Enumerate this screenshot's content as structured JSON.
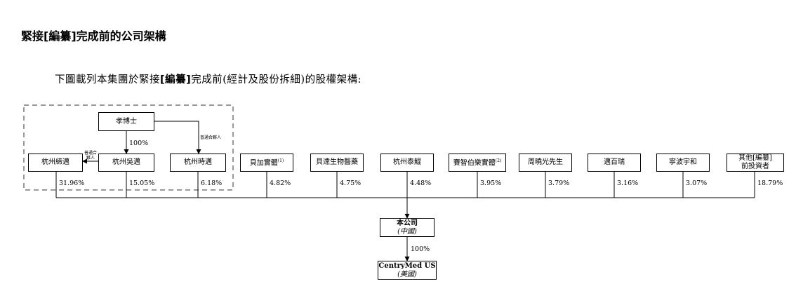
{
  "heading": "緊接[編纂]完成前的公司架構",
  "intro": {
    "before": "下圖載列本集團於緊接",
    "redacted": "[編纂]",
    "after": "完成前(經計及股份拆細)的股權架構:"
  },
  "top_holder": {
    "name": "孝博士",
    "pct_to_wuyi": "100%",
    "gp_label": "普通合夥人"
  },
  "left_gp_label": "普通合夥人",
  "subsidiaries": [
    {
      "name": "杭州締邁",
      "pct": "31.96%"
    },
    {
      "name": "杭州吳邁",
      "pct": "15.05%"
    },
    {
      "name": "杭州時邁",
      "pct": "6.18%"
    }
  ],
  "shareholders": [
    {
      "name": "貝加實體",
      "note": "(1)",
      "pct": "4.82%"
    },
    {
      "name": "貝達生物醫藥",
      "pct": "4.75%"
    },
    {
      "name": "杭州泰鯤",
      "pct": "4.48%"
    },
    {
      "name": "賽智伯樂實體",
      "note": "(2)",
      "pct": "3.95%"
    },
    {
      "name": "周曉光先生",
      "pct": "3.79%"
    },
    {
      "name": "邁百瑞",
      "pct": "3.16%"
    },
    {
      "name": "寧波宇和",
      "pct": "3.07%"
    },
    {
      "name": "其他[編纂]",
      "name2": "前投資者",
      "pct": "18.79%"
    }
  ],
  "company": {
    "name": "本公司",
    "sub": "(中國)"
  },
  "company_to_us_pct": "100%",
  "us_entity": {
    "name": "CentryMed US",
    "sub": "(美國)"
  }
}
